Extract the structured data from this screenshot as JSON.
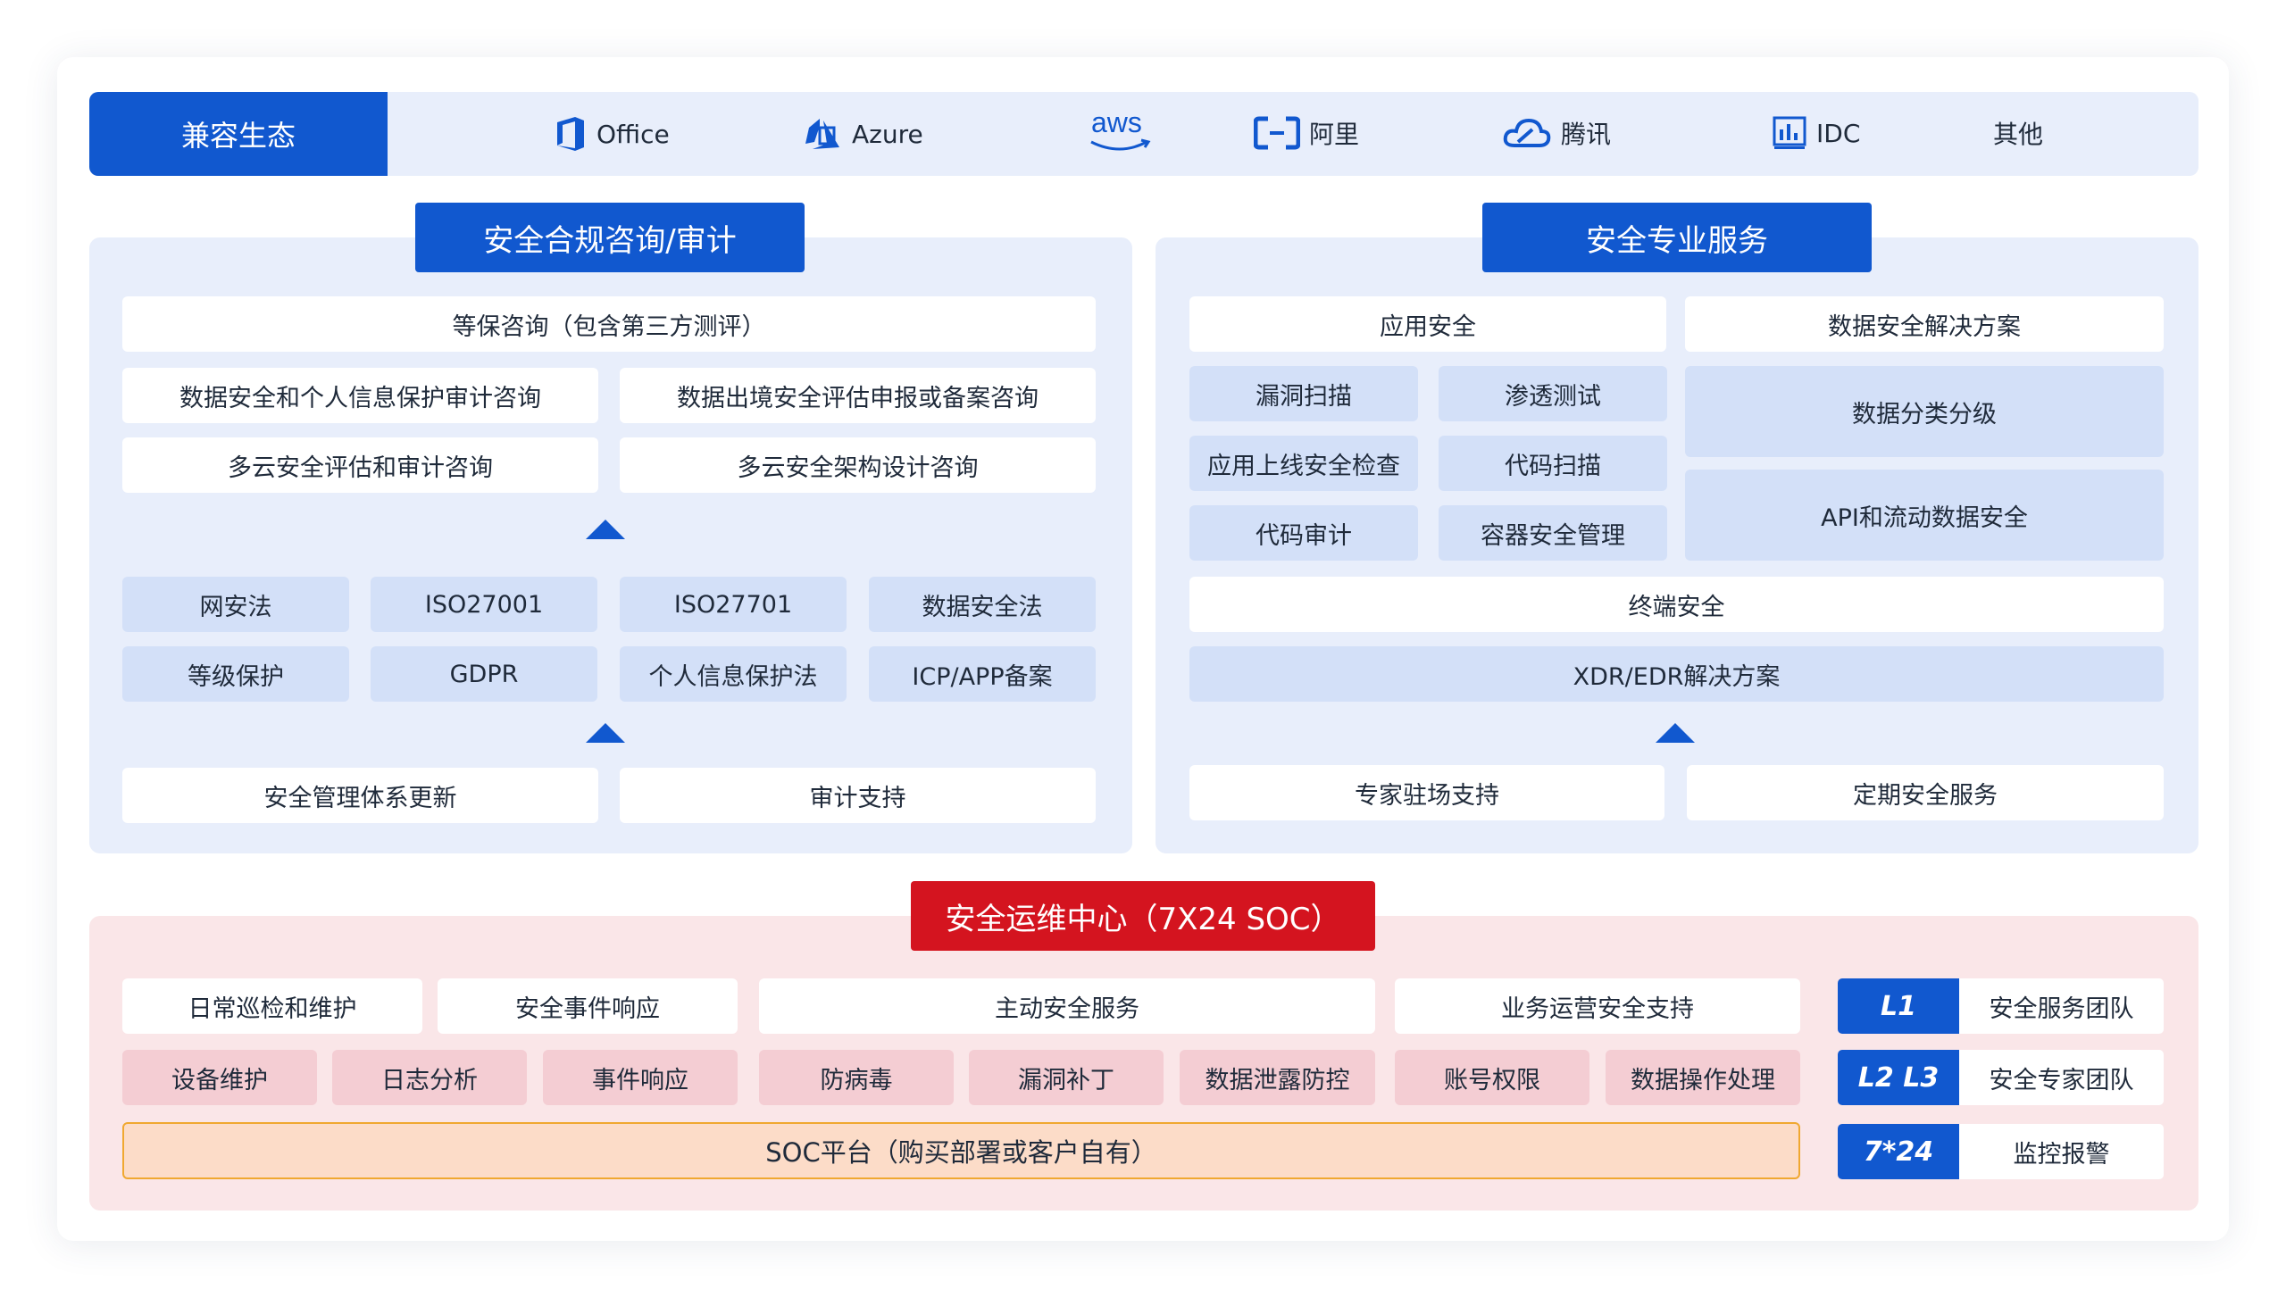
{
  "ecosystem": {
    "label": "兼容生态",
    "items": [
      {
        "icon": "office-icon",
        "label": "Office"
      },
      {
        "icon": "azure-icon",
        "label": "Azure"
      },
      {
        "icon": "aws-icon",
        "label": "aws"
      },
      {
        "icon": "aliyun-icon",
        "label": "阿里"
      },
      {
        "icon": "tencent-cloud-icon",
        "label": "腾讯"
      },
      {
        "icon": "idc-icon",
        "label": "IDC"
      },
      {
        "icon": "",
        "label": "其他"
      }
    ]
  },
  "compliance": {
    "title": "安全合规咨询/审计",
    "consult": [
      "等保咨询（包含第三方测评）",
      "数据安全和个人信息保护审计咨询",
      "数据出境安全评估申报或备案咨询",
      "多云安全评估和审计咨询",
      "多云安全架构设计咨询"
    ],
    "standards": [
      "网安法",
      "ISO27001",
      "ISO27701",
      "数据安全法",
      "等级保护",
      "GDPR",
      "个人信息保护法",
      "ICP/APP备案"
    ],
    "support": [
      "安全管理体系更新",
      "审计支持"
    ]
  },
  "services": {
    "title": "安全专业服务",
    "app_security": "应用安全",
    "app_items": [
      "漏洞扫描",
      "渗透测试",
      "应用上线安全检查",
      "代码扫描",
      "代码审计",
      "容器安全管理"
    ],
    "data_security": "数据安全解决方案",
    "data_items": [
      "数据分类分级",
      "API和流动数据安全"
    ],
    "endpoint": "终端安全",
    "xdr": "XDR/EDR解决方案",
    "bottom": [
      "专家驻场支持",
      "定期安全服务"
    ]
  },
  "soc": {
    "title": "安全运维中心（7X24 SOC）",
    "categories": [
      "日常巡检和维护",
      "安全事件响应",
      "主动安全服务",
      "业务运营安全支持"
    ],
    "items": [
      "设备维护",
      "日志分析",
      "事件响应",
      "防病毒",
      "漏洞补丁",
      "数据泄露防控",
      "账号权限",
      "数据操作处理"
    ],
    "platform": "SOC平台（购买部署或客户自有）",
    "teams": [
      {
        "level": "L1",
        "label": "安全服务团队"
      },
      {
        "level": "L2 L3",
        "label": "安全专家团队"
      },
      {
        "level": "7*24",
        "label": "监控报警"
      }
    ]
  },
  "colors": {
    "primary": "#1158cf",
    "red": "#d4141f",
    "light_blue": "#d3e0f8",
    "pink": "#f4cdd3"
  }
}
